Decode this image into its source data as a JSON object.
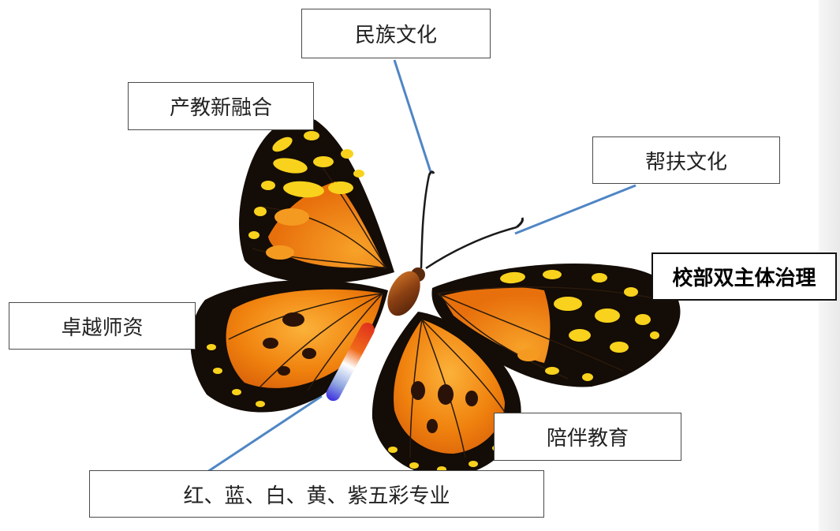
{
  "colors": {
    "wing_black": "#140c06",
    "wing_orange": "#f0820e",
    "wing_orange_light": "#f7a228",
    "spot_yellow": "#f8d21c",
    "connector_line": "#4f86c4",
    "body_brown": "#8a3f12"
  },
  "labels": {
    "ethnic_culture": "民族文化",
    "industry_education": "产教新融合",
    "aid_culture": "帮扶文化",
    "school_dept_governance": "校部双主体治理",
    "excellent_teachers": "卓越师资",
    "companion_education": "陪伴教育",
    "five_color_majors": "红、蓝、白、黄、紫五彩专业"
  }
}
